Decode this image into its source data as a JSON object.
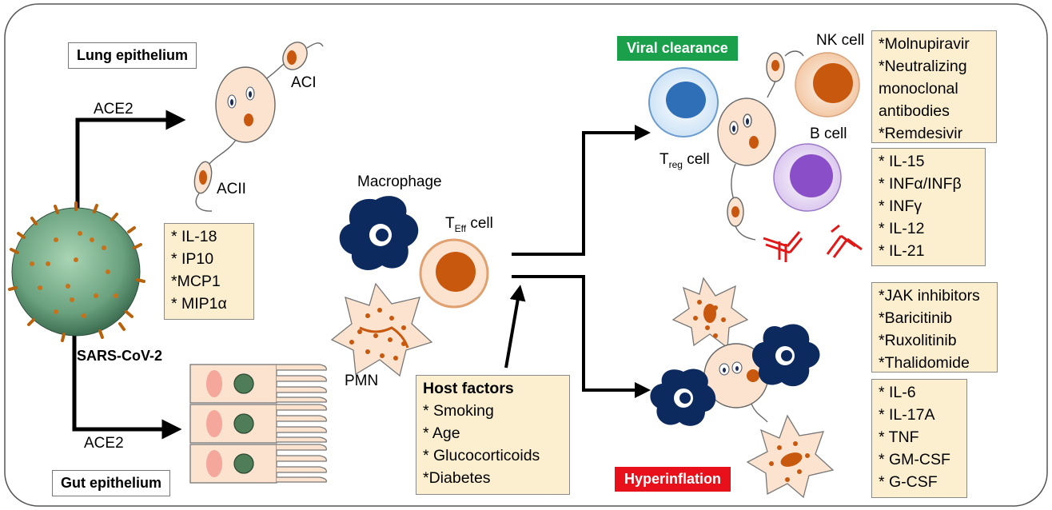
{
  "labels": {
    "lung_epithelium": "Lung epithelium",
    "gut_epithelium": "Gut epithelium",
    "ace2_top": "ACE2",
    "ace2_bottom": "ACE2",
    "aci": "ACI",
    "acii": "ACII",
    "sars": "SARS-CoV-2",
    "macrophage": "Macrophage",
    "pmn": "PMN",
    "teff_t": "T",
    "teff_sub": "Eff",
    "teff_rest": " cell",
    "treg_t": "T",
    "treg_sub": "reg",
    "treg_rest": " cell",
    "nk_cell": "NK cell",
    "b_cell": "B cell",
    "viral_clearance": "Viral clearance",
    "hyperinflation": "Hyperinflation"
  },
  "lists": {
    "lung_cytokines": [
      "* IL-18",
      "* IP10",
      "*MCP1",
      "* MIP1α"
    ],
    "host_factors_title": "Host factors",
    "host_factors": [
      "* Smoking",
      "* Age",
      "* Glucocorticoids",
      "*Diabetes"
    ],
    "clearance_drugs": [
      "*Molnupiravir",
      "*Neutralizing",
      "monoclonal",
      "antibodies",
      "*Remdesivir"
    ],
    "clearance_cytokines": [
      "* IL-15",
      "* INFα/INFβ",
      "* INFγ",
      "* IL-12",
      "* IL-21"
    ],
    "inflammation_drugs": [
      "*JAK inhibitors",
      "*Baricitinib",
      "*Ruxolitinib",
      "*Thalidomide"
    ],
    "inflammation_cytokines": [
      "* IL-6",
      "* IL-17A",
      "* TNF",
      "* GM-CSF",
      "* G-CSF"
    ]
  },
  "colors": {
    "viral_clearance_tag": "#1aa04a",
    "hyperinflation_tag": "#e8101a",
    "info_box": "#fcefd0",
    "cell_body": "#fbe3d0",
    "nucleus": "#c8580e",
    "macrophage": "#0d2a5e",
    "b_cell": "#8a4fc8",
    "treg_cell": "#2f6fb8",
    "antibody": "#e01818"
  }
}
